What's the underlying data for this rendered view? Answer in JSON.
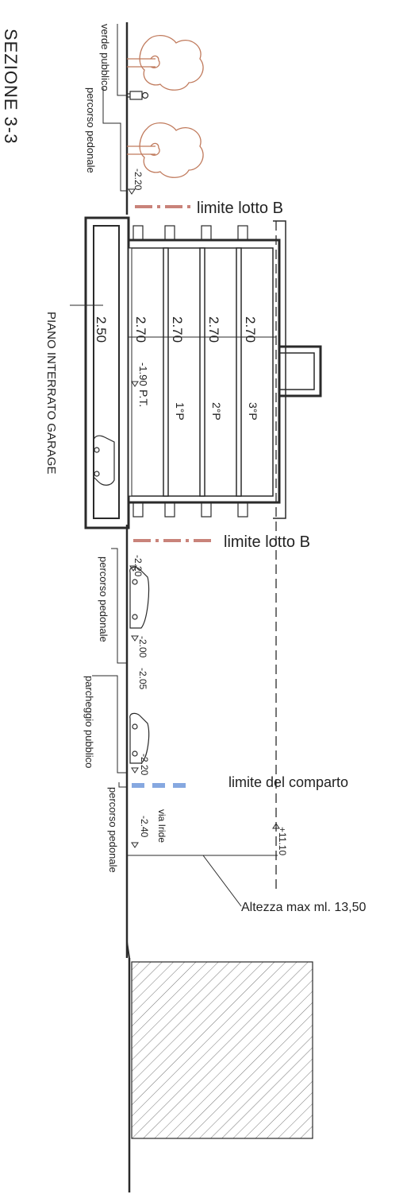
{
  "title": "SEZIONE 3-3",
  "labels": {
    "verde_pubblico": "verde pubblico",
    "percorso_pedonale_top": "percorso pedonale",
    "level_top": "-2.20",
    "limite_lotto_b_1": "limite lotto B",
    "garage_height": "2.50",
    "piano_interrato": "PIANO INTERRATO GARAGE",
    "floor_heights": [
      "2.70",
      "2.70",
      "2.70",
      "2.70"
    ],
    "floor_names": [
      "P.T.",
      "1°P",
      "2°P",
      "3°P"
    ],
    "level_pt": "-1.90",
    "limite_lotto_b_2": "limite lotto B",
    "level_mid_1": "-2.20",
    "percorso_pedonale_mid": "percorso pedonale",
    "level_mid_2": "-2.00",
    "level_mid_3": "-2.05",
    "parcheggio_pubblico": "parcheggio pubblico",
    "level_mid_4": "-2.20",
    "limite_comparto": "limite del comparto",
    "percorso_pedonale_low": "percorso pedonale",
    "via_iride": "via Iride",
    "level_via": "-2.40",
    "level_max": "+11.10",
    "altezza_max": "Altezza max ml. 13,50"
  },
  "colors": {
    "ink": "#2a2a2a",
    "tree": "#c07a5c",
    "lotto_line": "#c9837a",
    "comparto_line": "#86a8e0"
  }
}
